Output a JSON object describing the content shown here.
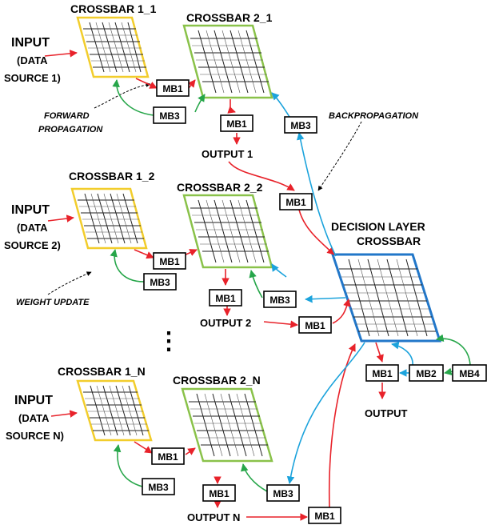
{
  "colors": {
    "forward": "#e8222a",
    "backprop": "#1ca3dc",
    "update": "#27a64a",
    "input_crossbar": "#f2cd2c",
    "hidden_crossbar": "#8ac24a",
    "decision_crossbar": "#2277c9"
  },
  "crossbars": {
    "c11": "CROSSBAR 1_1",
    "c21": "CROSSBAR 2_1",
    "c12": "CROSSBAR 1_2",
    "c22": "CROSSBAR 2_2",
    "c1n": "CROSSBAR 1_N",
    "c2n": "CROSSBAR 2_N",
    "decision_line1": "DECISION LAYER",
    "decision_line2": "CROSSBAR"
  },
  "inputs": {
    "in1": {
      "l1": "INPUT",
      "l2": "(DATA",
      "l3": "SOURCE 1)"
    },
    "in2": {
      "l1": "INPUT",
      "l2": "(DATA",
      "l3": "SOURCE 2)"
    },
    "inN": {
      "l1": "INPUT",
      "l2": "(DATA",
      "l3": "SOURCE N)"
    }
  },
  "annotations": {
    "forward_1": "FORWARD",
    "forward_2": "PROPAGATION",
    "backprop": "BACKPROPAGATION",
    "weight_update": "WEIGHT UPDATE"
  },
  "blocks": {
    "mb1": "MB1",
    "mb2": "MB2",
    "mb3": "MB3",
    "mb4": "MB4"
  },
  "outputs": {
    "out1": "OUTPUT 1",
    "out2": "OUTPUT 2",
    "outN": "OUTPUT N",
    "final": "OUTPUT"
  },
  "ellipsis": "⋮"
}
